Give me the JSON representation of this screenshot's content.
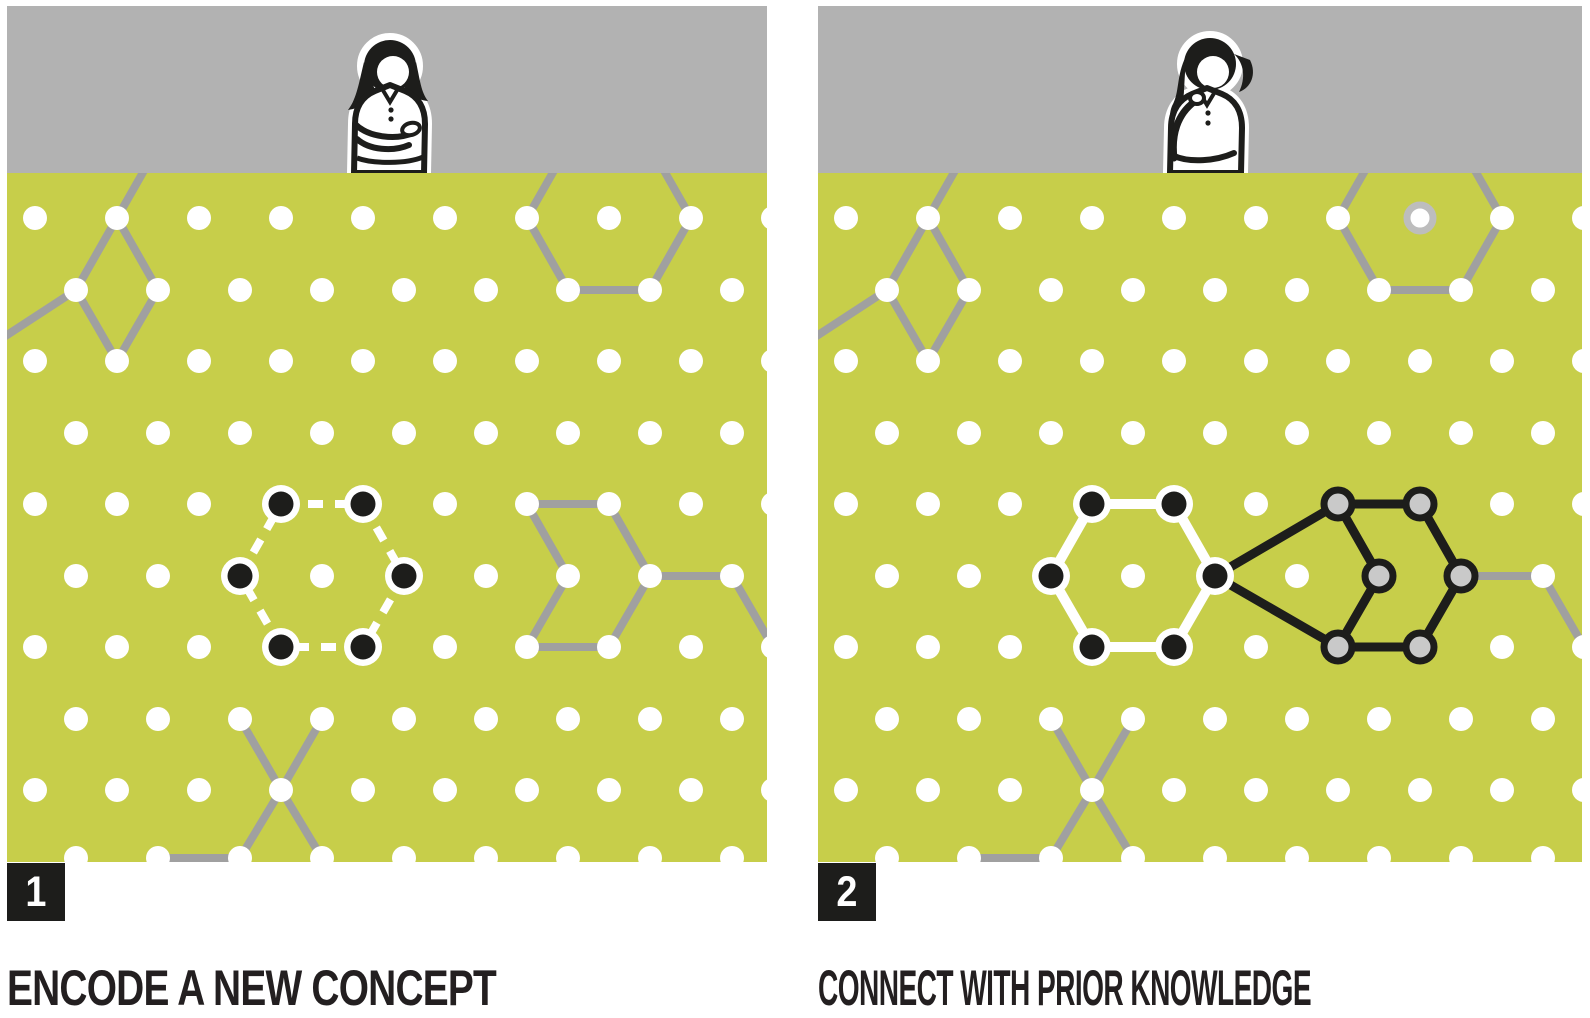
{
  "colors": {
    "green": "#c7ce4a",
    "band_gray": "#b2b2b2",
    "line_gray": "#a0a0a0",
    "node_gray": "#c9c9c9",
    "ring_gray": "#bdbdbd",
    "ink": "#1d1d1b",
    "white": "#ffffff",
    "title_ink": "#231f20"
  },
  "panels": [
    {
      "step_number": "1",
      "title": "ENCODE A NEW CONCEPT",
      "person_icon": "woman-arms-crossed-icon",
      "highlight": "dashed-hexagon-new-concept"
    },
    {
      "step_number": "2",
      "title": "CONNECT WITH PRIOR KNOWLEDGE",
      "person_icon": "woman-thinking-icon",
      "highlight": "solid-hexagon-linked-to-prior-knowledge"
    }
  ]
}
